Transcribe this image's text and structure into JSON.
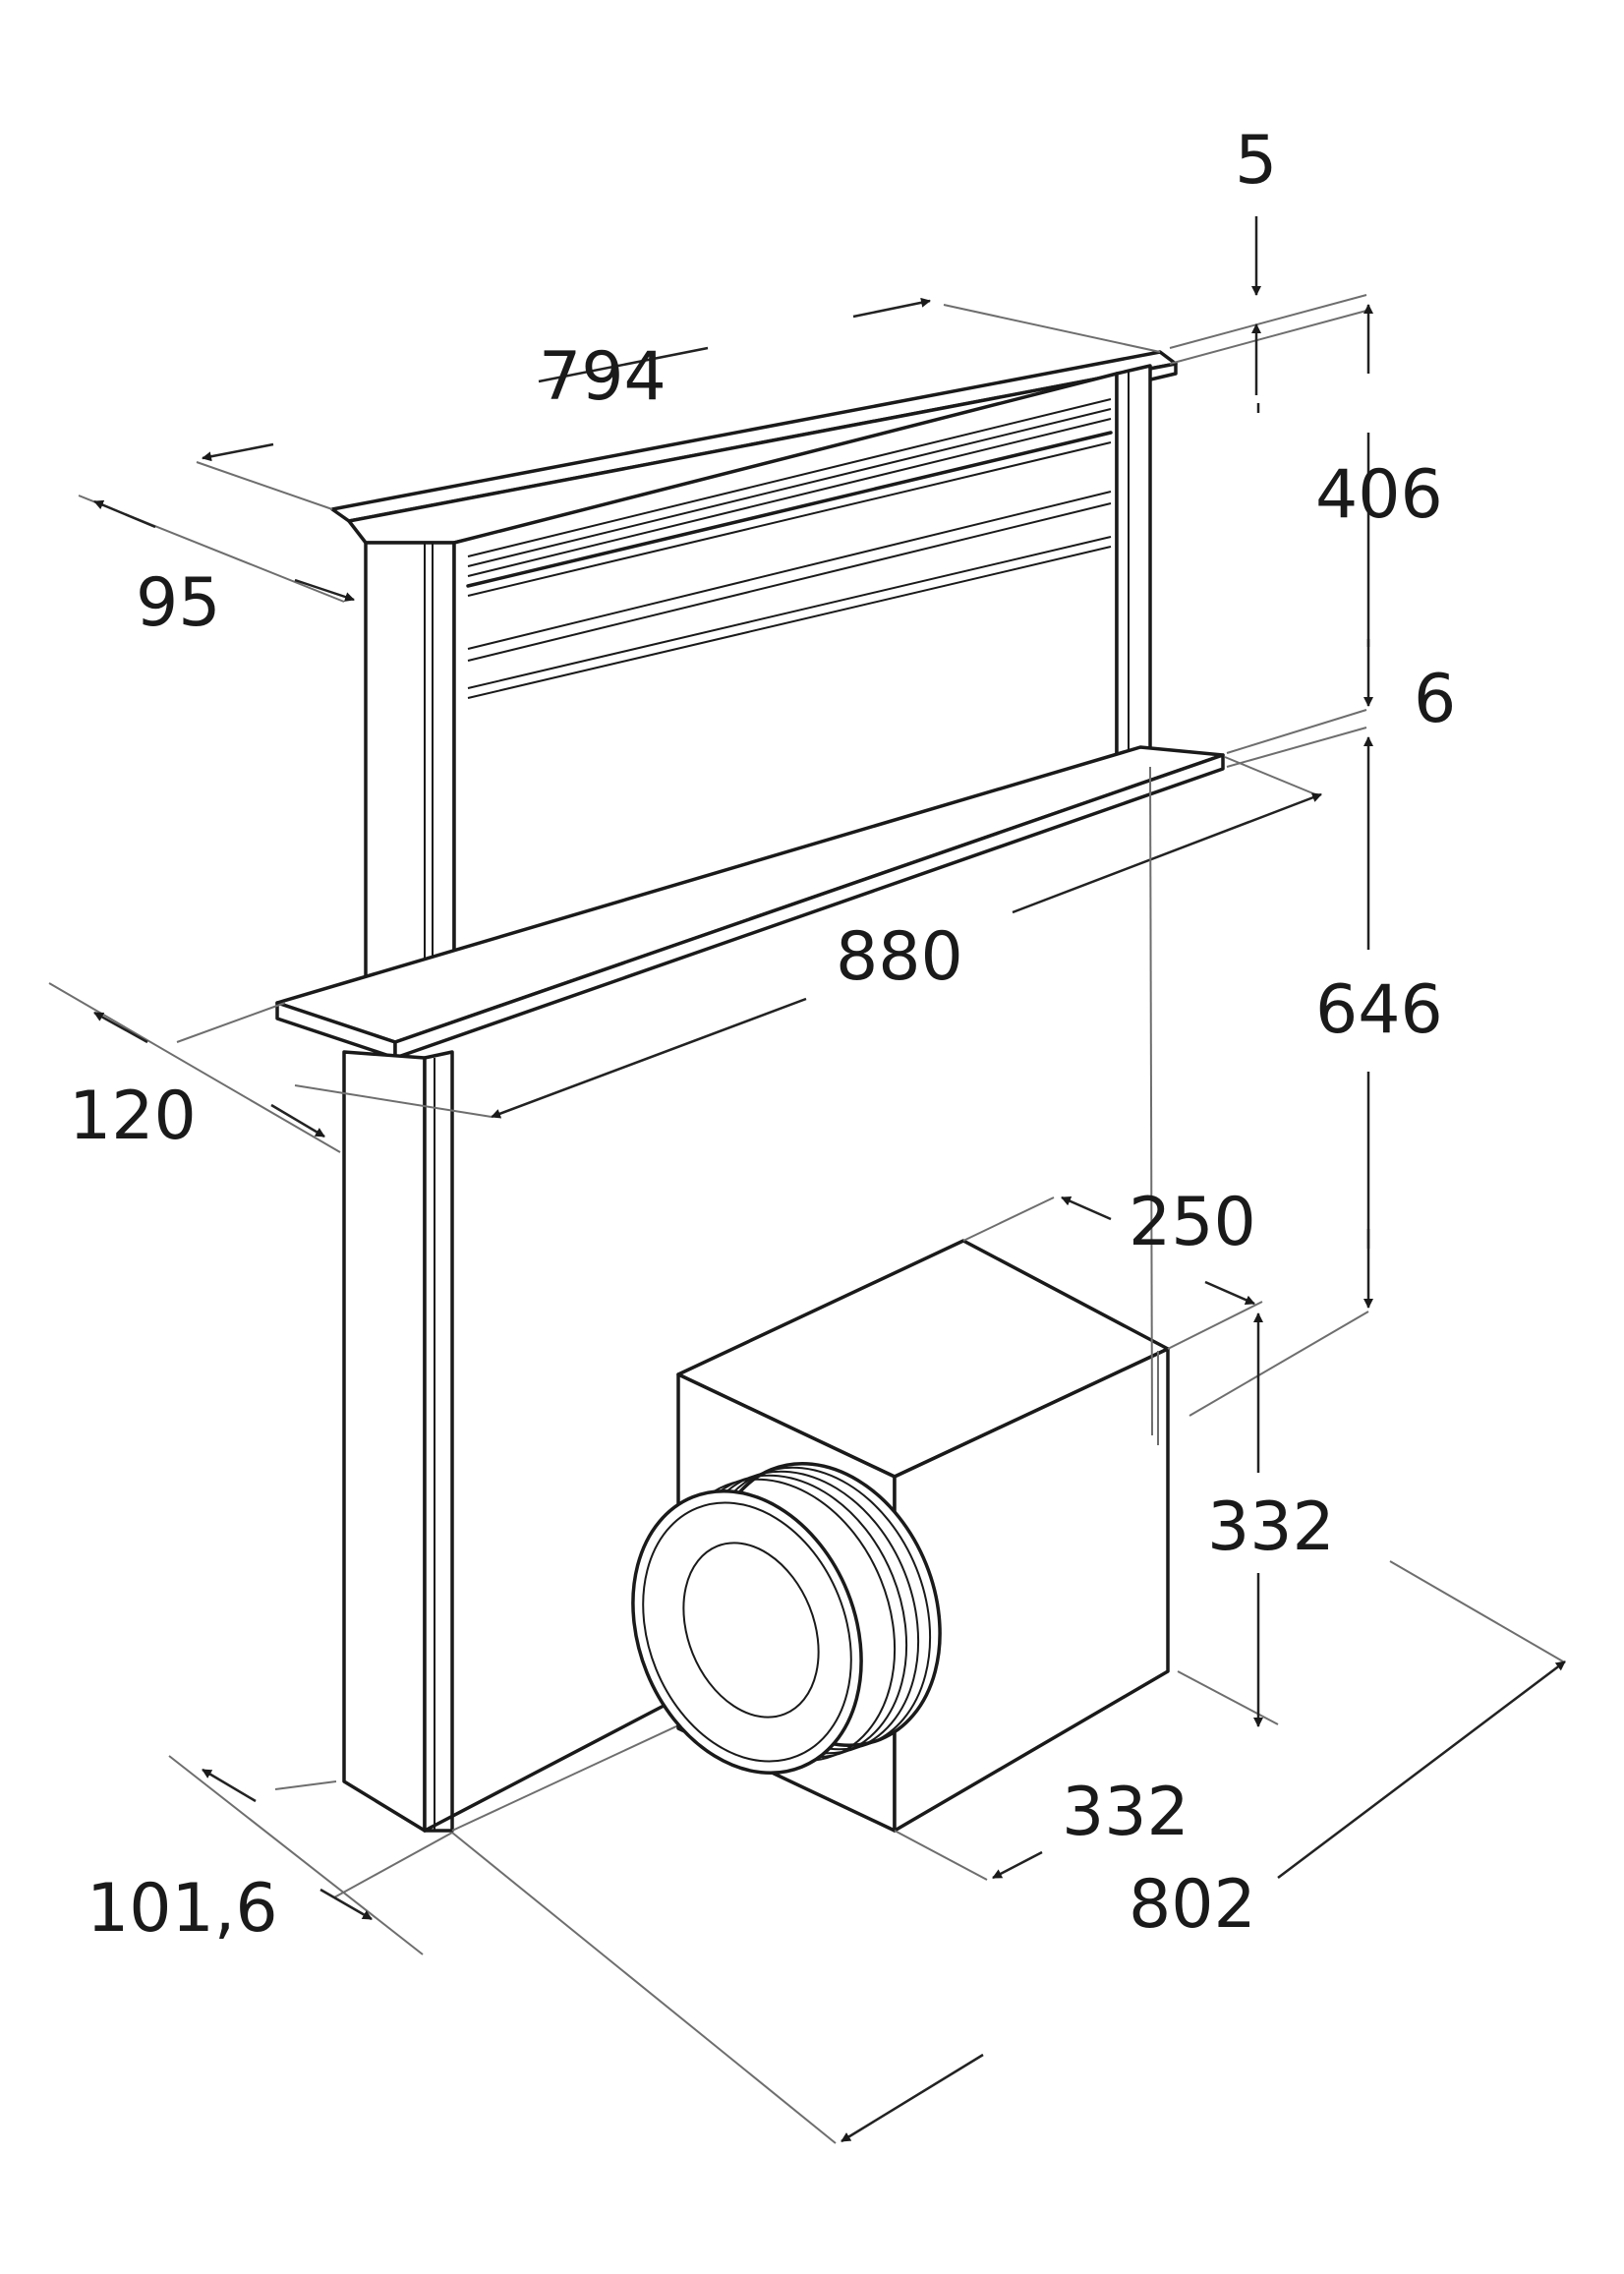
{
  "dimensions": {
    "top_gap": "5",
    "hood_height": "406",
    "depth_top": "95",
    "width_top": "794",
    "gap_mid": "6",
    "width_plate": "880",
    "depth_plate": "120",
    "below_height": "646",
    "motor_depth": "250",
    "motor_height": "332",
    "motor_width": "332",
    "duct_width": "101,6",
    "total_depth": "802"
  }
}
